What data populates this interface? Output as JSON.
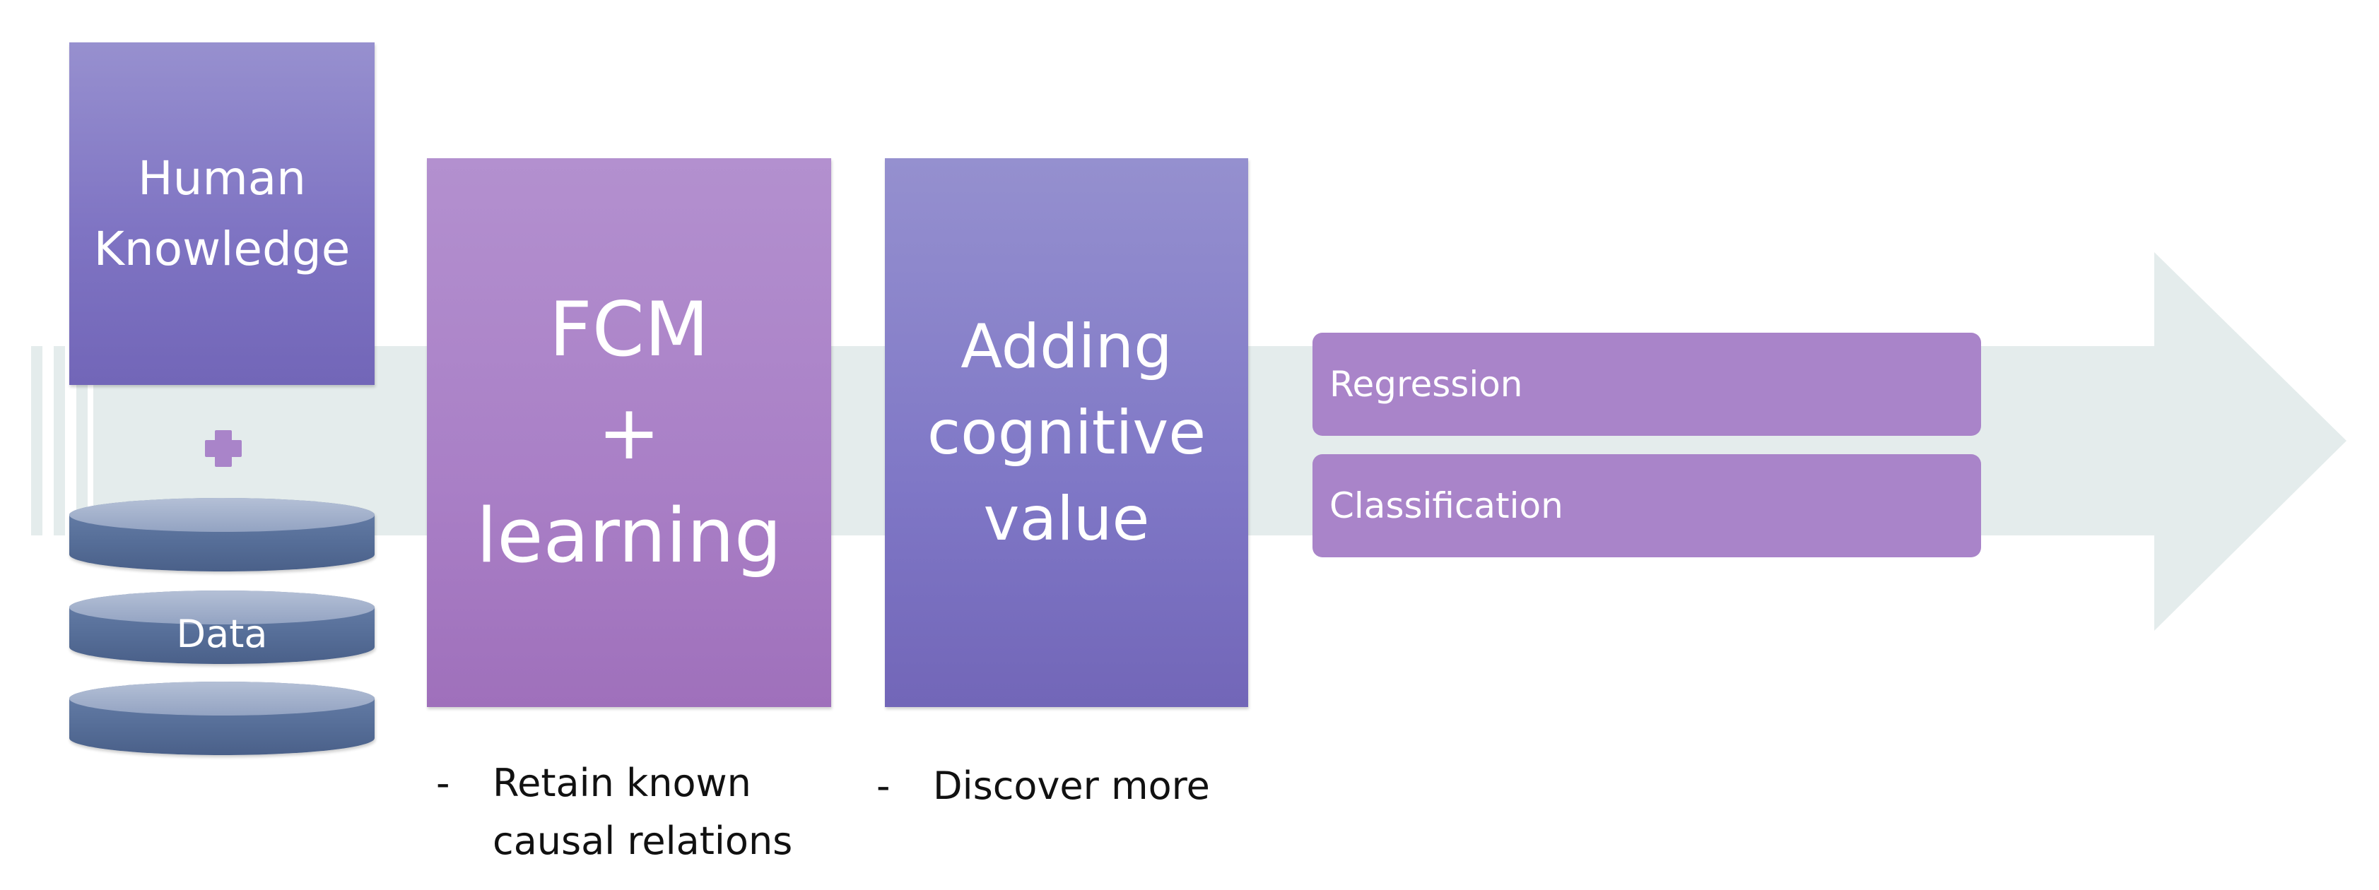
{
  "colors": {
    "arrow": "#e4ecec",
    "human_box": "#7f74c3",
    "fcm_box": "#a97fc6",
    "adding_box": "#7f77c6",
    "pill": "#a984c9",
    "disk": "#566e98",
    "plus": "#a984c9"
  },
  "human_box": {
    "label": "Human\nKnowledge"
  },
  "plus_icon": "plus-icon",
  "data_stack": {
    "label": "Data"
  },
  "fcm_box": {
    "label": "FCM\n+\nlearning"
  },
  "adding_box": {
    "label": "Adding\ncognitive\nvalue"
  },
  "outputs": [
    {
      "label": "Regression"
    },
    {
      "label": "Classification"
    }
  ],
  "bullets": [
    {
      "dash": "-",
      "text": "Retain known\ncausal relations"
    },
    {
      "dash": "-",
      "text": "Discover more"
    }
  ]
}
